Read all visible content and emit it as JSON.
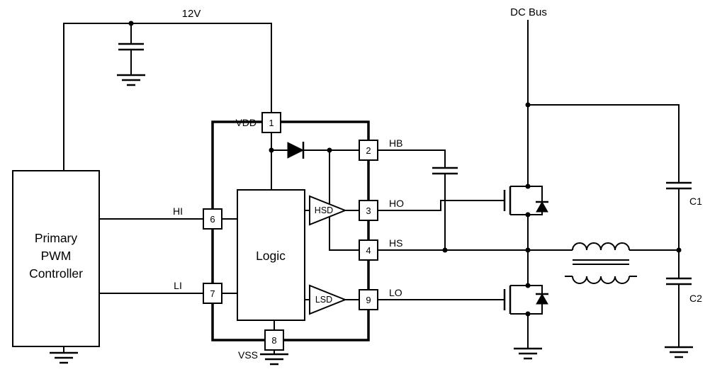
{
  "diagram": {
    "power": {
      "supply_label": "12V",
      "dc_bus_label": "DC Bus"
    },
    "controller": {
      "line1": "Primary",
      "line2": "PWM",
      "line3": "Controller"
    },
    "driver_ic": {
      "logic_label": "Logic",
      "hsd_label": "HSD",
      "lsd_label": "LSD",
      "pins": {
        "vdd": {
          "number": "1",
          "name": "VDD"
        },
        "hb": {
          "number": "2",
          "name": "HB"
        },
        "ho": {
          "number": "3",
          "name": "HO"
        },
        "hs": {
          "number": "4",
          "name": "HS"
        },
        "lo": {
          "number": "9",
          "name": "LO"
        },
        "hi": {
          "number": "6",
          "name": "HI"
        },
        "li": {
          "number": "7",
          "name": "LI"
        },
        "vss": {
          "number": "8",
          "name": "VSS"
        }
      }
    },
    "capacitors": {
      "c1": "C1",
      "c2": "C2"
    },
    "colors": {
      "wire": "#000000",
      "background": "#ffffff"
    }
  }
}
